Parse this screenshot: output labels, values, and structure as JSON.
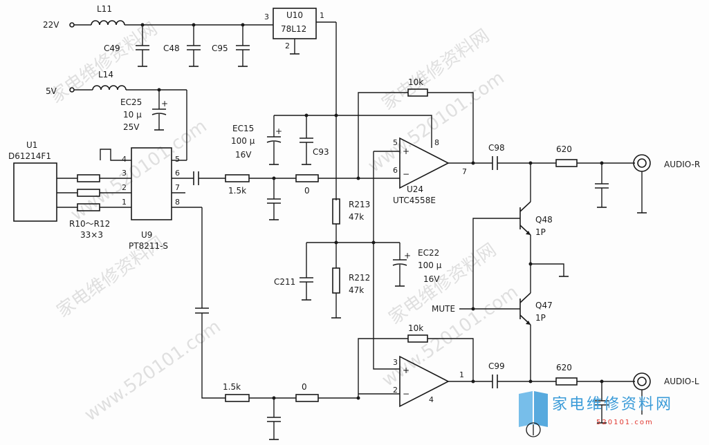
{
  "watermark": {
    "text": "www.520101.com",
    "cn_text": "家电维修资料网"
  },
  "logo": {
    "text": "家电维修资料网",
    "url": "520101.com",
    "color_text": "#3a9bd8",
    "color_url": "#e0342c"
  },
  "inputs": {
    "v22": "22V",
    "v5": "5V",
    "mute": "MUTE"
  },
  "outputs": {
    "audio_r": "AUDIO-R",
    "audio_l": "AUDIO-L"
  },
  "components": {
    "l11": "L11",
    "l14": "L14",
    "c49": "C49",
    "c48": "C48",
    "c95": "C95",
    "u10_name": "U10",
    "u10_part": "78L12",
    "u10_pin_in": "3",
    "u10_pin_out": "1",
    "u10_pin_gnd": "2",
    "ec25_name": "EC25",
    "ec25_cap": "10 μ",
    "ec25_volt": "25V",
    "u1_name": "U1",
    "u1_part": "D61214F1",
    "r10_12": "R10～R12",
    "r10_12_val": "33×3",
    "u9_name": "U9",
    "u9_part": "PT8211-S",
    "u9_pins": [
      "4",
      "3",
      "2",
      "1",
      "5",
      "6",
      "7",
      "8"
    ],
    "ec15_name": "EC15",
    "ec15_cap": "100 μ",
    "ec15_volt": "16V",
    "c93": "C93",
    "r_top_1k5": "1.5k",
    "r_top_0": "0",
    "r_fb_top": "10k",
    "u24_name": "U24",
    "u24_part": "UTC4558E",
    "u24_pins_top": [
      "5",
      "6",
      "8",
      "7"
    ],
    "c98": "C98",
    "r620_top": "620",
    "r213_name": "R213",
    "r213_val": "47k",
    "r212_name": "R212",
    "r212_val": "47k",
    "c211": "C211",
    "ec22_name": "EC22",
    "ec22_cap": "100 μ",
    "ec22_volt": "16V",
    "q48_name": "Q48",
    "q48_type": "1P",
    "q47_name": "Q47",
    "q47_type": "1P",
    "r_bot_1k5": "1.5k",
    "r_bot_0": "0",
    "r_fb_bot": "10k",
    "u24_pins_bot": [
      "3",
      "2",
      "4",
      "1"
    ],
    "c99": "C99",
    "r620_bot": "620",
    "plus_sign": "+",
    "minus_sign": "−"
  }
}
